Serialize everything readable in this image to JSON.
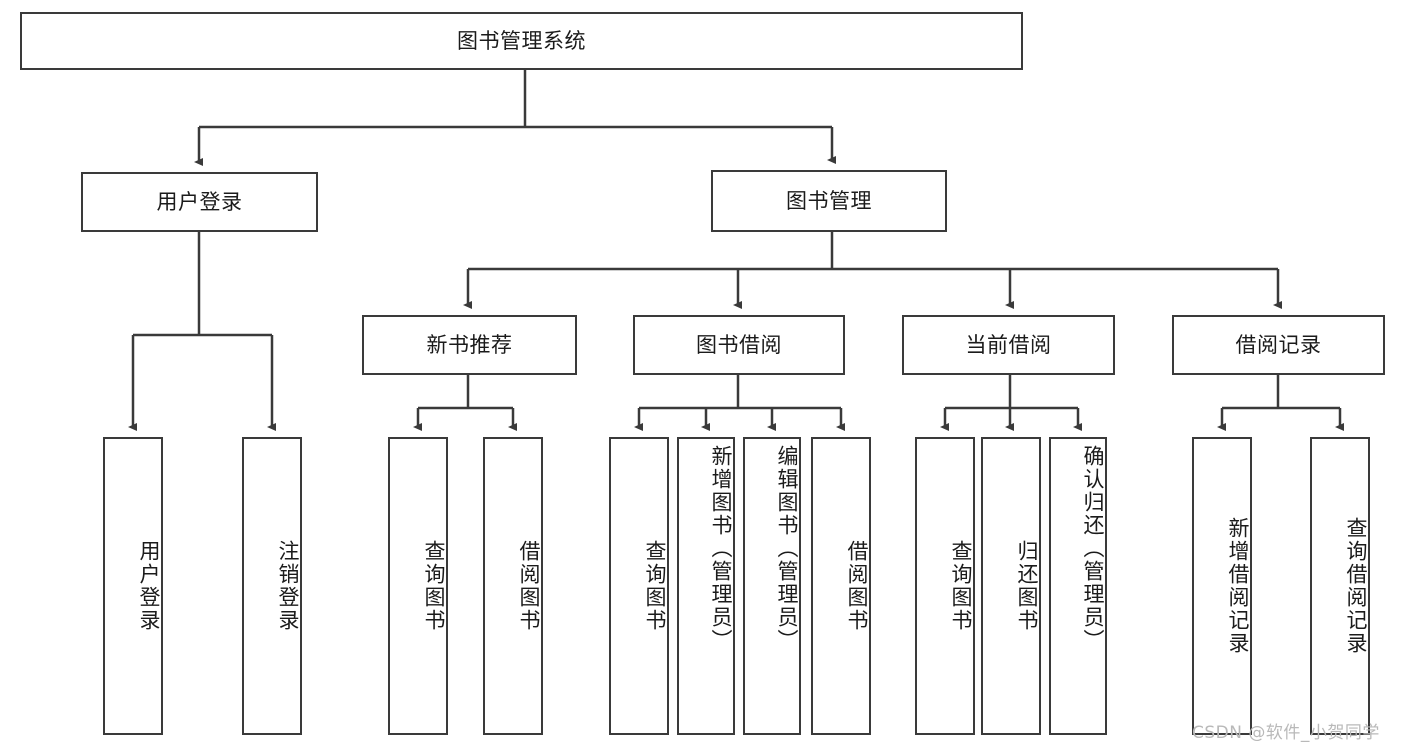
{
  "diagram": {
    "title_node": {
      "label": "图书管理系统"
    },
    "level2": [
      {
        "id": "user-login",
        "label": "用户登录"
      },
      {
        "id": "book-management",
        "label": "图书管理"
      }
    ],
    "level3": [
      {
        "id": "new-book-recommend",
        "label": "新书推荐"
      },
      {
        "id": "book-borrow",
        "label": "图书借阅"
      },
      {
        "id": "current-borrow",
        "label": "当前借阅"
      },
      {
        "id": "borrow-record",
        "label": "借阅记录"
      }
    ],
    "leaves": {
      "user_login": [
        {
          "id": "leaf-user-login",
          "label": "用户登录"
        },
        {
          "id": "leaf-logout-login",
          "label": "注销登录"
        }
      ],
      "new_book_recommend": [
        {
          "id": "leaf-query-book-1",
          "label": "查询图书"
        },
        {
          "id": "leaf-borrow-book-1",
          "label": "借阅图书"
        }
      ],
      "book_borrow": [
        {
          "id": "leaf-query-book-2",
          "label": "查询图书"
        },
        {
          "id": "leaf-add-book",
          "label": "新增图书（管理员）"
        },
        {
          "id": "leaf-edit-book",
          "label": "编辑图书（管理员）"
        },
        {
          "id": "leaf-borrow-book-2",
          "label": "借阅图书"
        }
      ],
      "current_borrow": [
        {
          "id": "leaf-query-book-3",
          "label": "查询图书"
        },
        {
          "id": "leaf-return-book",
          "label": "归还图书"
        },
        {
          "id": "leaf-confirm-return",
          "label": "确认归还（管理员）"
        }
      ],
      "borrow_record": [
        {
          "id": "leaf-add-record",
          "label": "新增借阅记录"
        },
        {
          "id": "leaf-query-record",
          "label": "查询借阅记录"
        }
      ]
    }
  },
  "watermark": {
    "text": "CSDN @软件_小贺同学"
  },
  "colors": {
    "border": "#3a3a3a",
    "text": "#1b1b1b",
    "background": "#ffffff",
    "watermark": "#b9b9b9"
  }
}
